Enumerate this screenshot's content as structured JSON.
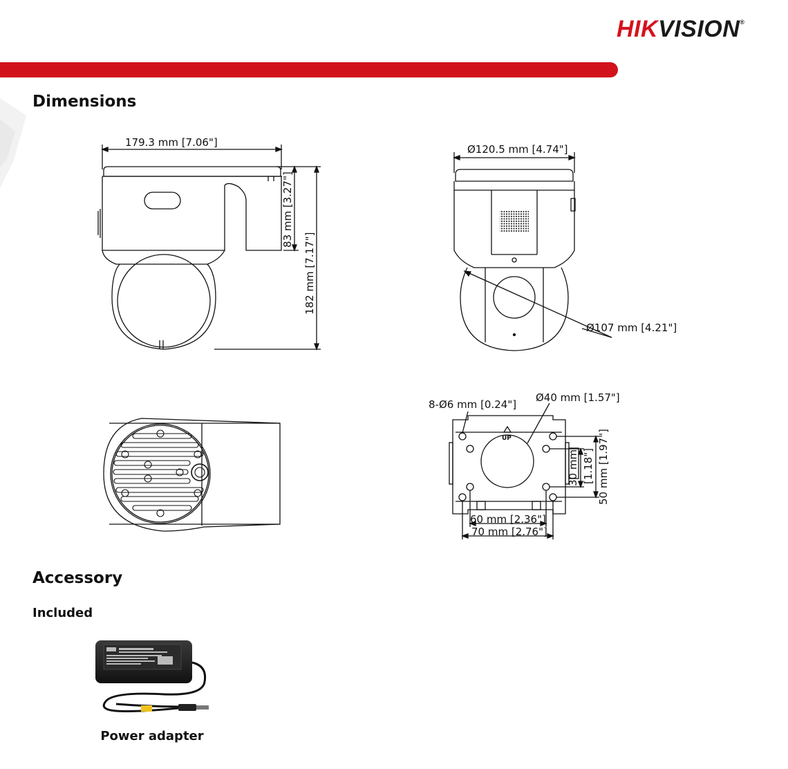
{
  "brand": {
    "logo_text_red": "HIK",
    "logo_text_dark": "VISION",
    "registered_mark": "®",
    "accent_color": "#d1121c"
  },
  "sections": {
    "dimensions_title": "Dimensions",
    "accessory_title": "Accessory",
    "included_title": "Included"
  },
  "dimensions": {
    "side_view": {
      "width_label": "179.3 mm [7.06\"]",
      "upper_height_label": "83 mm [3.27\"]",
      "total_height_label": "182 mm [7.17\"]"
    },
    "front_view": {
      "diameter_label": "Ø120.5 mm [4.74\"]",
      "dome_diameter_label": "Ø107 mm [4.21\"]"
    },
    "mount_plate": {
      "holes_label": "8-Ø6 mm [0.24\"]",
      "center_hole_label": "Ø40 mm [1.57\"]",
      "up_marker": "UP",
      "v_inner_mm": "30 mm",
      "v_inner_in": "[1.18\"]",
      "v_outer_label": "50 mm [1.97\"]",
      "h_inner_label": "60 mm [2.36\"]",
      "h_outer_label": "70 mm [2.76\"]"
    }
  },
  "accessories": [
    {
      "name": "Power adapter",
      "icon": "power-adapter-image"
    }
  ]
}
